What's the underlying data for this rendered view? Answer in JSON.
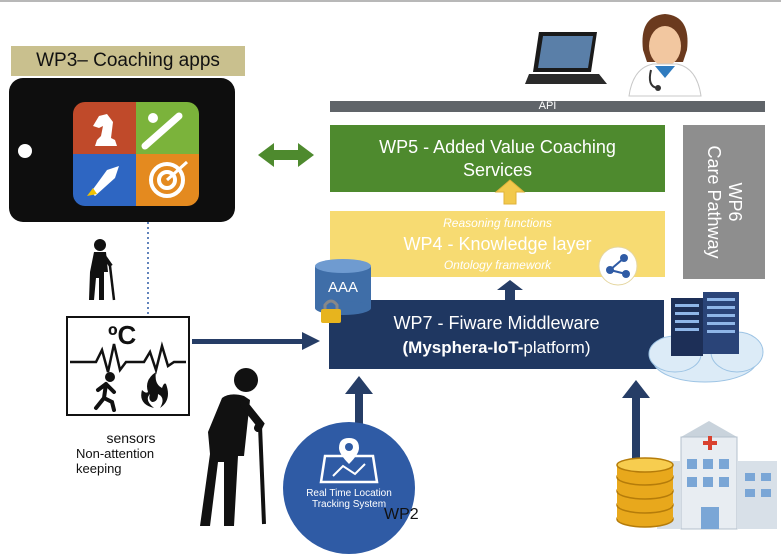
{
  "wp3_label": "WP3– Coaching apps",
  "api_label": "API",
  "wp5": {
    "line1": "WP5 - Added Value Coaching",
    "line2": "Services"
  },
  "wp6": {
    "line1": "WP6",
    "line2": "Care Pathway"
  },
  "wp4": {
    "top": "Reasoning functions",
    "title": "WP4 - Knowledge layer",
    "bottom": "Ontology framework"
  },
  "aaa_label": "AAA",
  "wp7": {
    "line1": "WP7 - Fiware Middleware",
    "line2_bold": "(Mysphera-IoT-",
    "line2_rest": "platform)"
  },
  "sensor_temp": "ºC",
  "sensors_labels": {
    "line1": "sensors",
    "line2": "Non-attention",
    "line3": "keeping"
  },
  "rtls": {
    "line1": "Real Time Location",
    "line2": "Tracking System"
  },
  "wp2_label": "WP2",
  "colors": {
    "wp3_bg": "#c9c08e",
    "api_bar": "#606469",
    "wp5_green": "#4e8a2e",
    "wp6_gray": "#8e8e8e",
    "wp4_yellow": "#f7db72",
    "wp7_navy": "#1f3761",
    "arrow_navy": "#263d66",
    "arrow_green": "#4e8a2e",
    "rtls_blue": "#2f5ba5"
  }
}
